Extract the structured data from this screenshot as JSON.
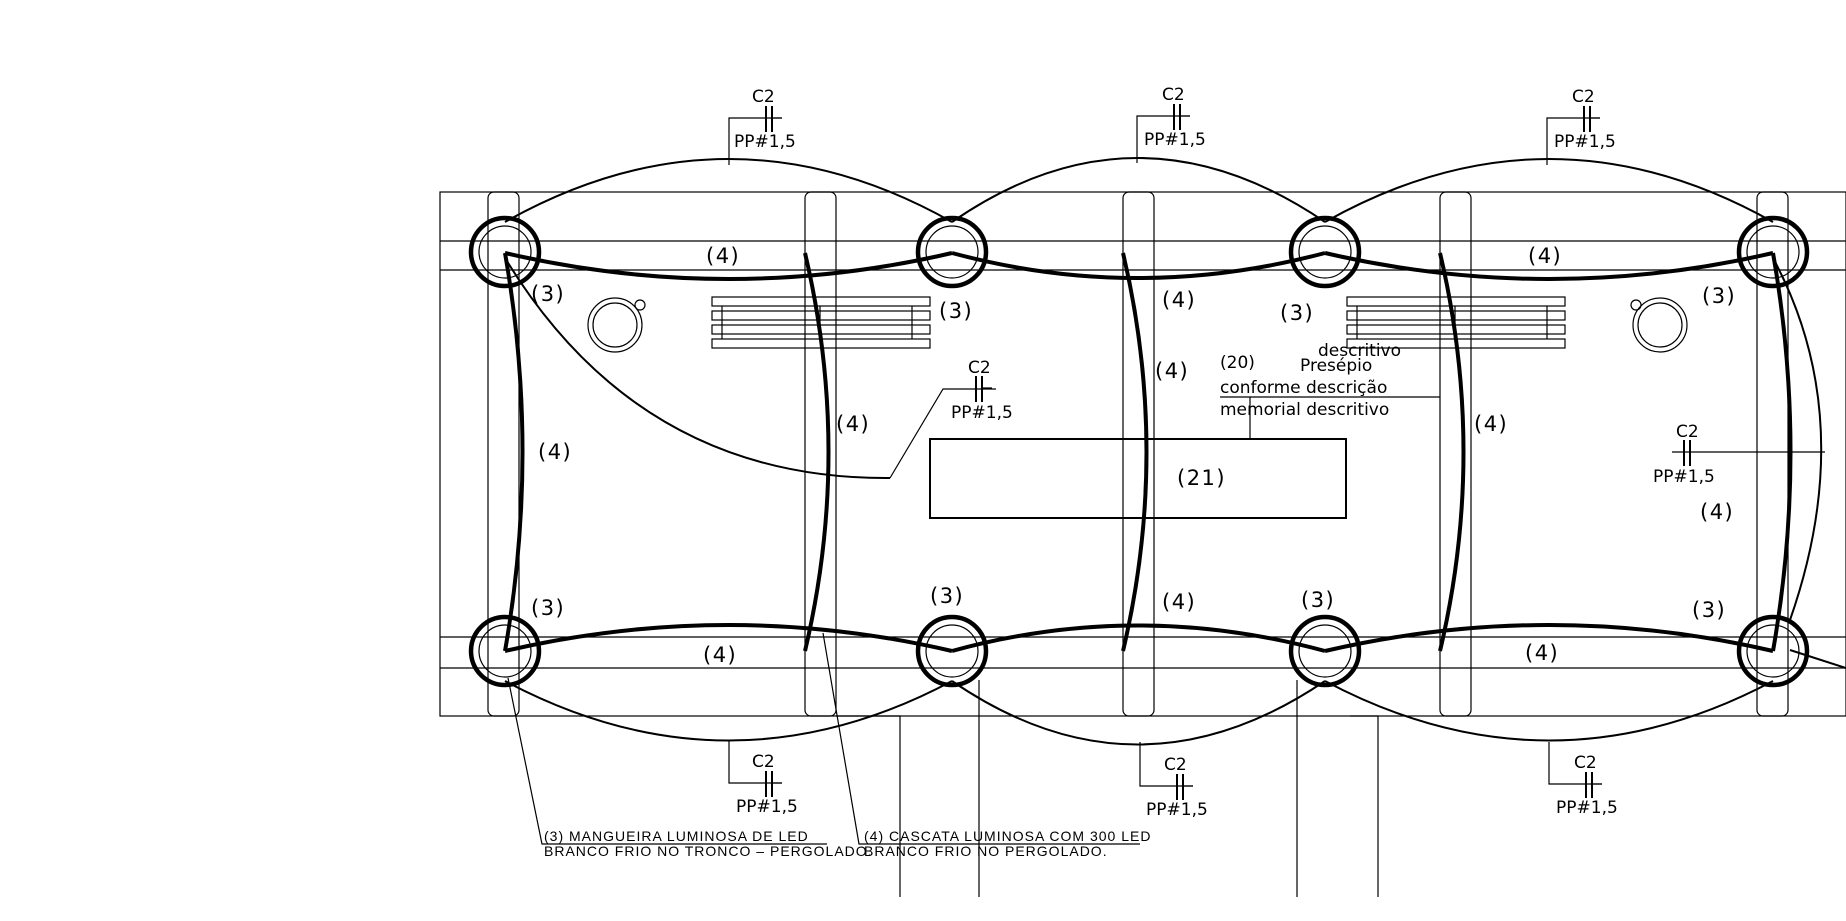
{
  "labels": {
    "mangueira": "(3)",
    "cascata": "(4)",
    "presepio_num": "(20)",
    "presepio_num_desc": "(21)"
  },
  "cable": {
    "circuit": "C2",
    "conductor": "PP#1,5"
  },
  "presepio": {
    "overlap_word": "descritivo",
    "title": "Presépio",
    "line1": "conforme descrição",
    "line2": "memorial descritivo"
  },
  "notes": {
    "mangueira_line1": "(3)    MANGUEIRA  LUMINOSA  DE  LED",
    "mangueira_line2": "BRANCO  FRIO  NO  TRONCO  –  PERGOLADO.",
    "cascata_line1": "(4)    CASCATA  LUMINOSA  COM  300  LED",
    "cascata_line2": "BRANCO  FRIO  NO  PERGOLADO."
  }
}
